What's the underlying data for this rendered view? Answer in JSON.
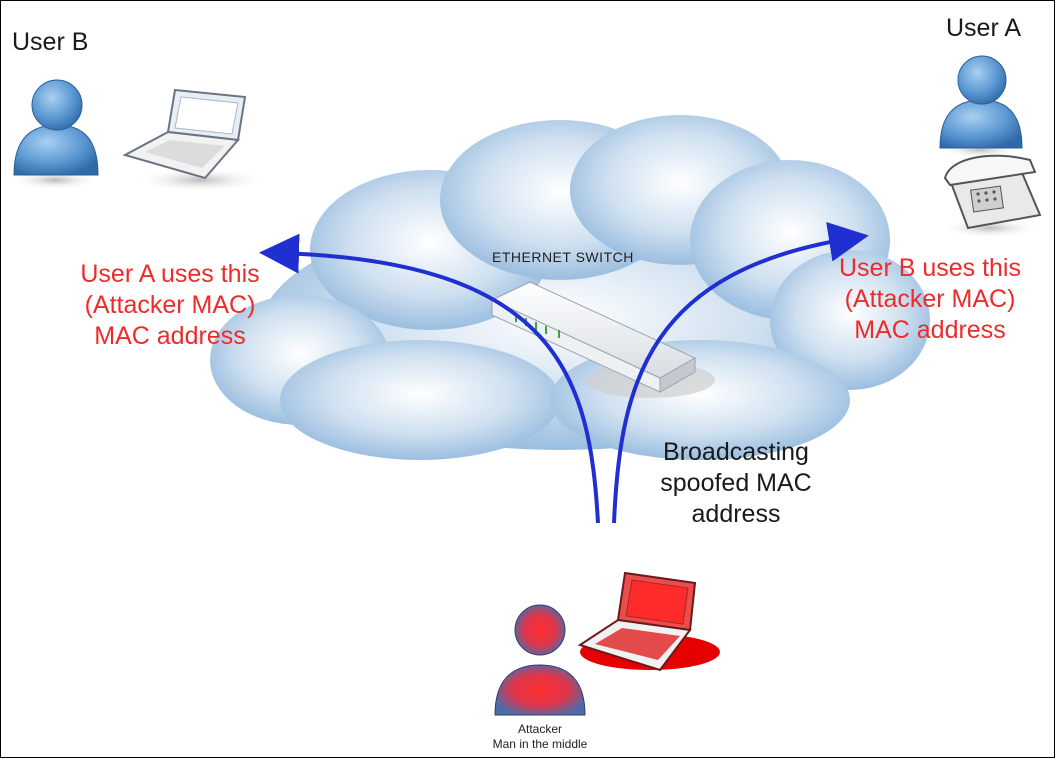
{
  "user_b": {
    "title": "User B"
  },
  "user_a": {
    "title": "User A"
  },
  "switch": {
    "label": "ETHERNET SWITCH"
  },
  "left_note": {
    "line1": "User A uses this",
    "line2": "(Attacker MAC)",
    "line3": "MAC address"
  },
  "right_note": {
    "line1": "User B uses this",
    "line2": "(Attacker MAC)",
    "line3": "MAC address"
  },
  "broadcast_note": {
    "line1": "Broadcasting",
    "line2": "spoofed MAC",
    "line3": "address"
  },
  "attacker": {
    "line1": "Attacker",
    "line2": "Man in the middle"
  },
  "colors": {
    "arrow": "#1f2fd1",
    "red_text": "#ee2b2b",
    "cloud": "#b9d3ea",
    "person": "#4f8cc9",
    "attacker_glow": "#ff2a2a"
  }
}
